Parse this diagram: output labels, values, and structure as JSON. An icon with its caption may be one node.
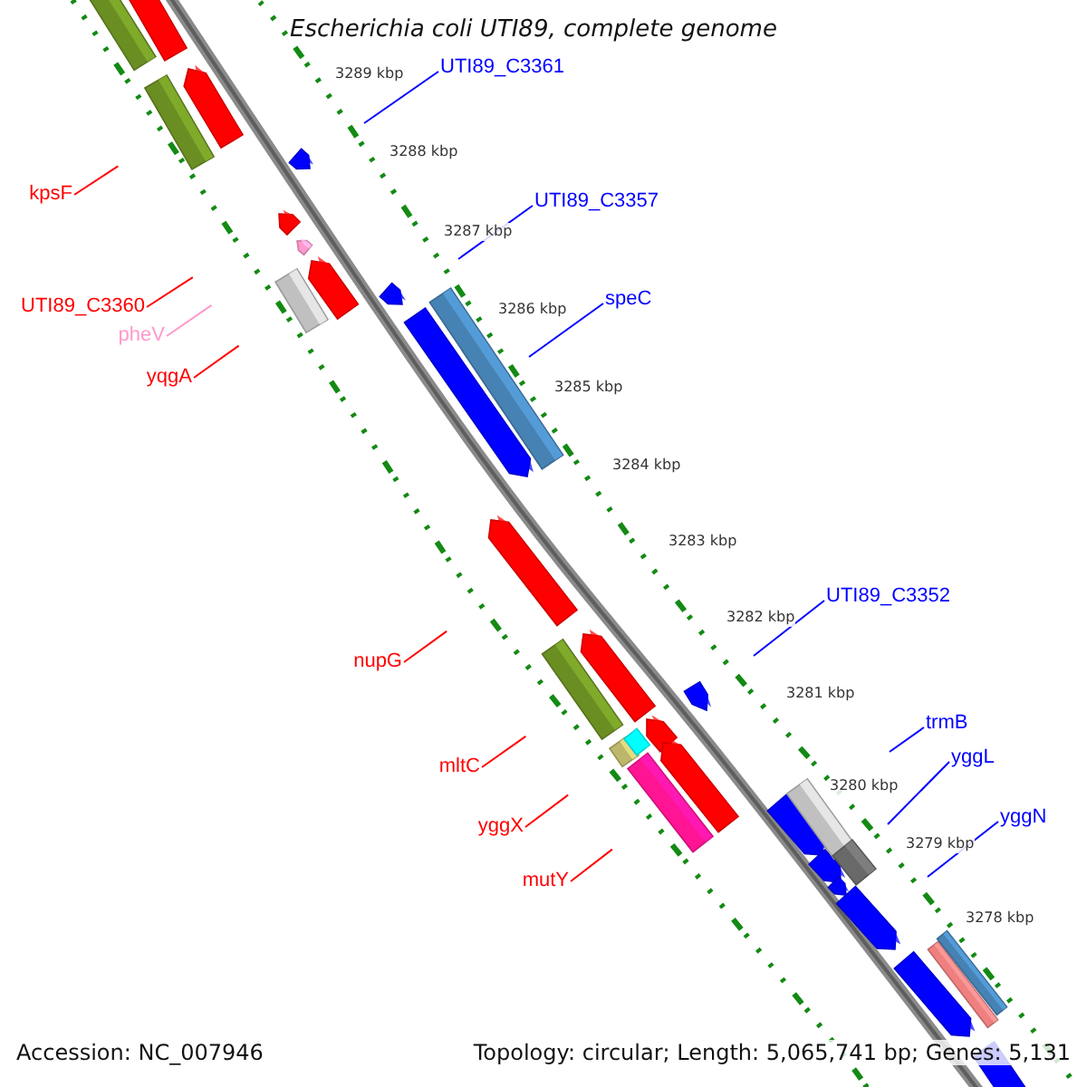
{
  "diagram": {
    "title": "Escherichia coli UTI89, complete genome",
    "nodes": [
      {
        "text": [
          "UTI89_C3361"
        ]
      },
      {
        "text": [
          "kpsF"
        ]
      },
      {
        "text": [
          "UTI89_C3357"
        ]
      },
      {
        "text": [
          "speC"
        ]
      },
      {
        "text": [
          "UTI89_C3360"
        ]
      },
      {
        "text": [
          "pheV"
        ]
      },
      {
        "text": [
          "yqgA"
        ]
      },
      {
        "text": [
          "UTI89_C3352"
        ]
      },
      {
        "text": [
          "nupG"
        ]
      },
      {
        "text": [
          "trmB"
        ]
      },
      {
        "text": [
          "yggL"
        ]
      },
      {
        "text": [
          "mltC"
        ]
      },
      {
        "text": [
          "yggN"
        ]
      },
      {
        "text": [
          "yggX"
        ]
      },
      {
        "text": [
          "mutY"
        ]
      }
    ],
    "edges": [
      {
        "from": 0,
        "to": null,
        "arrow": "none",
        "color": "#0000ff"
      },
      {
        "from": 1,
        "to": null,
        "arrow": "none",
        "color": "#ff0000"
      },
      {
        "from": 2,
        "to": null,
        "arrow": "none",
        "color": "#0000ff"
      },
      {
        "from": 3,
        "to": null,
        "arrow": "none",
        "color": "#0000ff"
      },
      {
        "from": 4,
        "to": null,
        "arrow": "none",
        "color": "#ff0000"
      },
      {
        "from": 5,
        "to": null,
        "arrow": "none",
        "color": "#ff99cc"
      },
      {
        "from": 6,
        "to": null,
        "arrow": "none",
        "color": "#ff0000"
      },
      {
        "from": 7,
        "to": null,
        "arrow": "none",
        "color": "#0000ff"
      },
      {
        "from": 8,
        "to": null,
        "arrow": "none",
        "color": "#ff0000"
      },
      {
        "from": 9,
        "to": null,
        "arrow": "none",
        "color": "#0000ff"
      },
      {
        "from": 10,
        "to": null,
        "arrow": "none",
        "color": "#0000ff"
      },
      {
        "from": 11,
        "to": null,
        "arrow": "none",
        "color": "#ff0000"
      },
      {
        "from": 12,
        "to": null,
        "arrow": "none",
        "color": "#0000ff"
      },
      {
        "from": 13,
        "to": null,
        "arrow": "none",
        "color": "#ff0000"
      },
      {
        "from": 14,
        "to": null,
        "arrow": "none",
        "color": "#ff0000"
      }
    ],
    "labels": [
      "3289 kbp",
      "3288 kbp",
      "3287 kbp",
      "3286 kbp",
      "3285 kbp",
      "3284 kbp",
      "3283 kbp",
      "3282 kbp",
      "3281 kbp",
      "3280 kbp",
      "3279 kbp",
      "3278 kbp",
      "Accession: NC_007946",
      "Topology: circular; Length: 5,065,741 bp; Genes: 5,131"
    ]
  }
}
